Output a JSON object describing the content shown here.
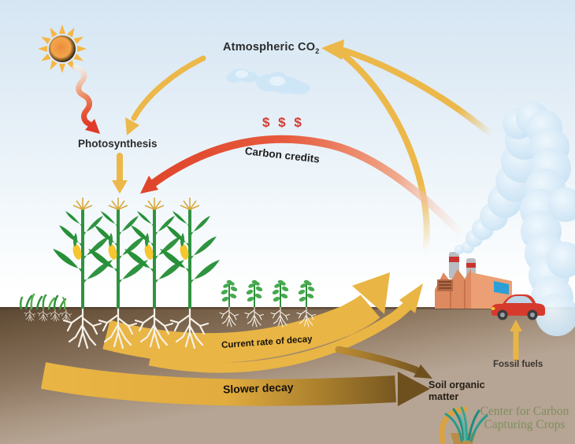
{
  "diagram_title": "Carbon capture by crops cycle diagram",
  "labels": {
    "atmospheric_co2": {
      "text": "Atmospheric CO",
      "subscript": "2"
    },
    "photosynthesis": "Photosynthesis",
    "dollars": "$ $ $",
    "carbon_credits": "Carbon credits",
    "current_decay": "Current rate of decay",
    "slower_decay": "Slower decay",
    "soil_organic_matter": "Soil organic matter",
    "fossil_fuels": "Fossil fuels"
  },
  "logo": {
    "line1": "Center for Carbon",
    "line2": "Capturing Crops"
  },
  "colors": {
    "arrow_gold": "#ecb84a",
    "arrow_red": "#e0462c",
    "dollar_red": "#d6392e",
    "decay_dark_brown": "#6e501f",
    "soil_dark": "#5a4634",
    "soil_light": "#b6a494",
    "sky_top": "#d5e6f3",
    "smoke_blue": "#cde4f5",
    "corn_green": "#2f9340",
    "factory_salmon": "#ec9f74",
    "car_red": "#d63a2c",
    "logo_green": "#7e8f5e",
    "logo_teal": "#2a9a8e"
  },
  "icons": [
    "sun-icon",
    "cloud-icon",
    "smoke-plume",
    "factory-icon",
    "car-icon",
    "corn-plant-icon",
    "soybean-plant-icon",
    "grass-tuft-icon",
    "roots-icon",
    "logo-grass-icon",
    "arrow-icons"
  ]
}
